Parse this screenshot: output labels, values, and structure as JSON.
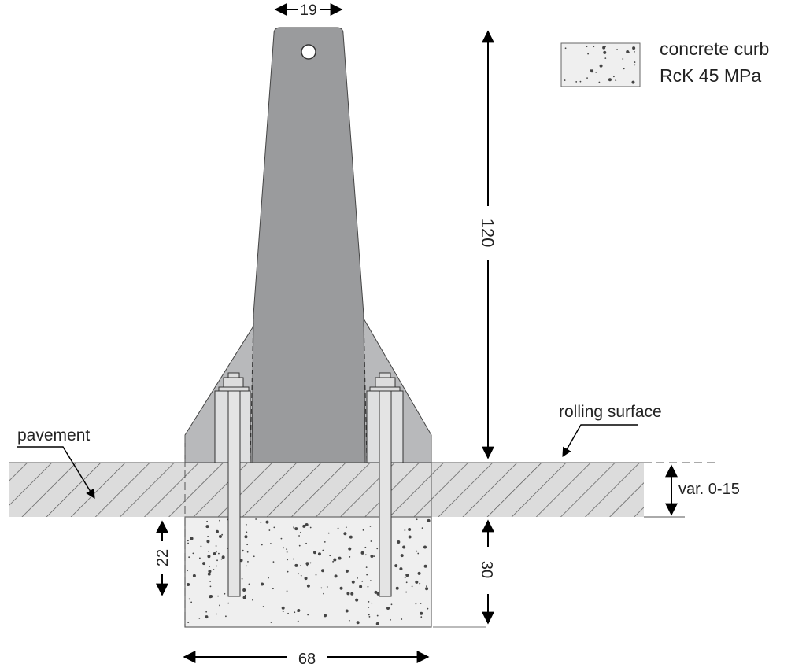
{
  "title": "Bollard anchored in concrete curb – section",
  "legend": {
    "line1": "concrete curb",
    "line2": "RcK 45 MPa"
  },
  "labels": {
    "rolling_surface": "rolling surface",
    "pavement": "pavement"
  },
  "dimensions": {
    "top_width": "19",
    "height": "120",
    "pavement_thickness": "var. 0-15",
    "anchor_depth": "22",
    "curb_depth": "30",
    "base_width": "68"
  },
  "colors": {
    "post": "#9a9b9d",
    "gusset": "#b8b9bb",
    "plate": "#dedfe0",
    "concrete": "#efefef",
    "hatch_bg": "#dcdcdc"
  }
}
